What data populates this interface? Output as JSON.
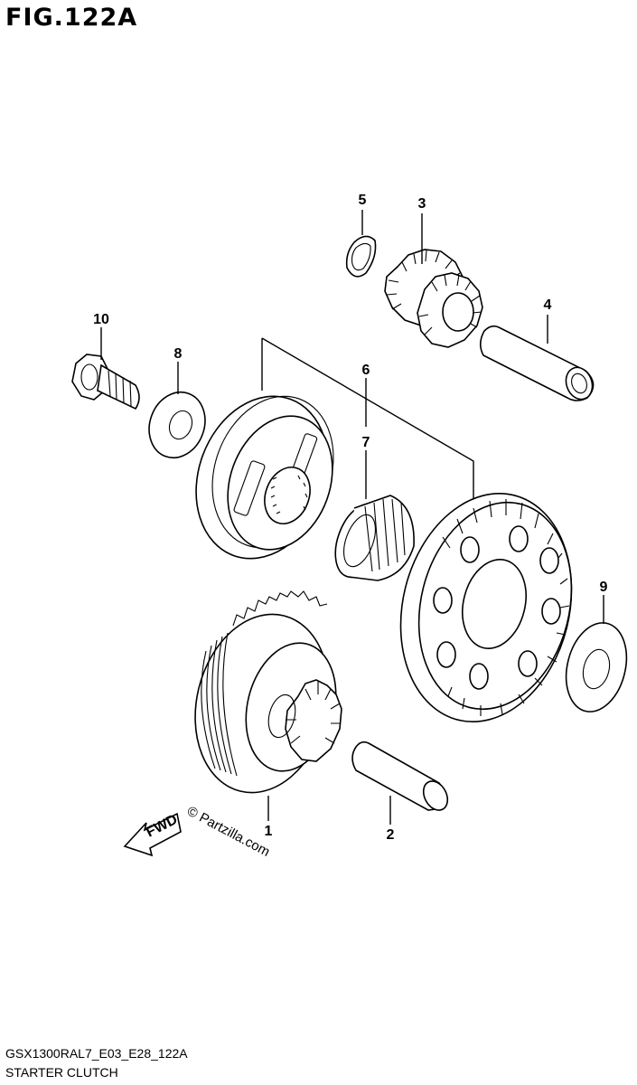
{
  "figure": {
    "title": "FIG.122A"
  },
  "callouts": [
    {
      "id": "1",
      "label": "1"
    },
    {
      "id": "2",
      "label": "2"
    },
    {
      "id": "3",
      "label": "3"
    },
    {
      "id": "4",
      "label": "4"
    },
    {
      "id": "5",
      "label": "5"
    },
    {
      "id": "6",
      "label": "6"
    },
    {
      "id": "7",
      "label": "7"
    },
    {
      "id": "8",
      "label": "8"
    },
    {
      "id": "9",
      "label": "9"
    },
    {
      "id": "10",
      "label": "10"
    }
  ],
  "direction_arrow": {
    "label": "FWD"
  },
  "watermark": {
    "text": "© Partzilla.com"
  },
  "footer": {
    "code": "GSX1300RAL7_E03_E28_122A",
    "name": "STARTER CLUTCH"
  }
}
